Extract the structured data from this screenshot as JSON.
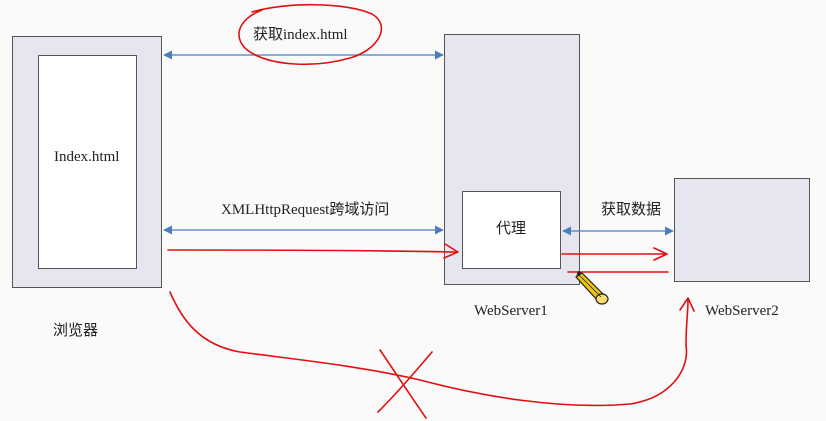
{
  "browser": {
    "inner_label": "Index.html",
    "caption": "浏览器"
  },
  "webserver1": {
    "caption": "WebServer1",
    "proxy_label": "代理"
  },
  "webserver2": {
    "caption": "WebServer2"
  },
  "links": {
    "fetch_index": "获取index.html",
    "xhr_cross_domain": "XMLHttpRequest跨域访问",
    "fetch_data": "获取数据"
  },
  "colors": {
    "server_fill": "#e6e6f1",
    "arrow_blue": "#4a7ec0",
    "annotation_red": "#e01010"
  },
  "icons": [
    "pencil-icon"
  ]
}
